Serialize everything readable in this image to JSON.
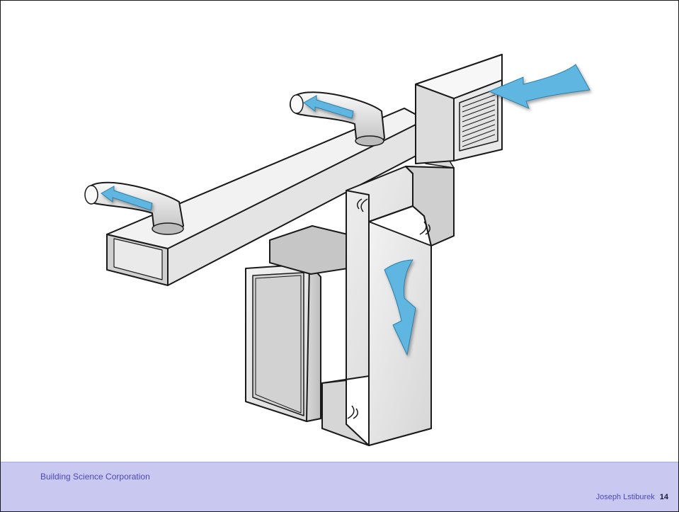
{
  "footer": {
    "company": "Building Science Corporation",
    "author": "Joseph Lstiburek",
    "page_number": "14"
  },
  "colors": {
    "duct_fill": "#e9e9e9",
    "duct_shade": "#cfcfcf",
    "duct_dark": "#b9b9b9",
    "outline": "#1a1a1a",
    "airflow_arrow": "#5fb6e0",
    "footer_bg": "#c9c8f0",
    "footer_text": "#4b4bb8"
  },
  "illustration": {
    "icons": [
      "supply-duct-trunk",
      "supply-register-left",
      "supply-register-right",
      "return-air-grille",
      "return-duct-riser",
      "air-handler-unit",
      "airflow-arrow-supply-left",
      "airflow-arrow-supply-right",
      "airflow-arrow-return-in",
      "airflow-arrow-return-down"
    ]
  }
}
